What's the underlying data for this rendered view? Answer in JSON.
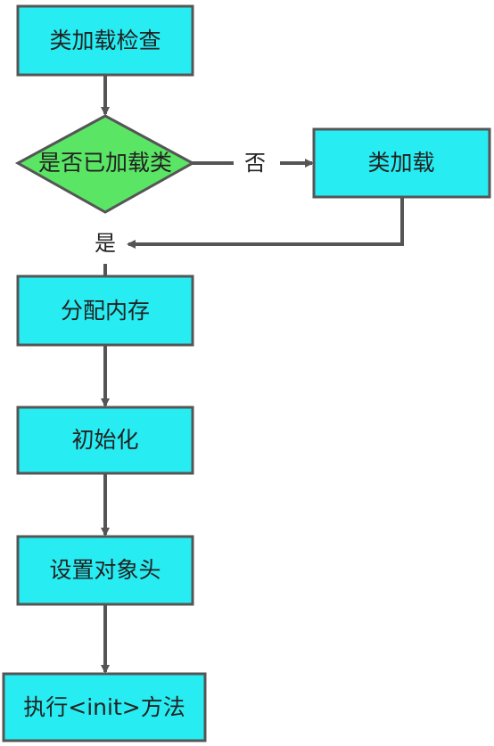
{
  "diagram": {
    "type": "flowchart",
    "colors": {
      "process_fill": "#27EDF2",
      "decision_fill": "#5AE565",
      "stroke": "#555555",
      "text": "#222222"
    },
    "nodes": {
      "class_load_check": "类加载检查",
      "is_class_loaded": "是否已加载类",
      "load_class": "类加载",
      "allocate_memory": "分配内存",
      "initialize": "初始化",
      "set_object_header": "设置对象头",
      "execute_init": "执行<init>方法"
    },
    "edges": {
      "no_label": "否",
      "yes_label": "是"
    }
  }
}
